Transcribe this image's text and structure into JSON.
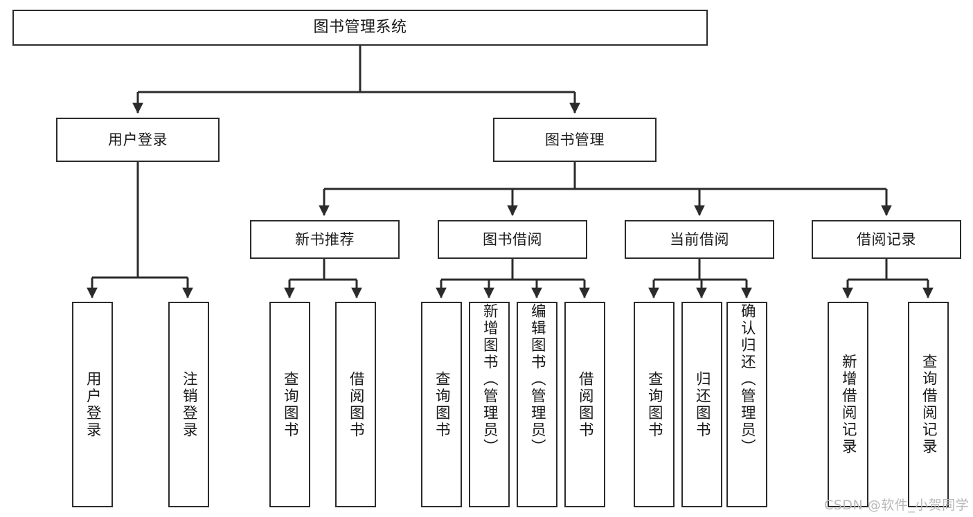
{
  "diagram": {
    "type": "tree-hierarchy",
    "title": "图书管理系统",
    "watermark": "CSDN @软件_小贺同学",
    "colors": {
      "border": "#2b2b2b",
      "fill": "#ffffff",
      "connector": "#2b2b2b",
      "watermark": "#b9b9b9"
    },
    "levels": [
      {
        "level": 1,
        "nodes": [
          {
            "id": "root",
            "label": "图书管理系统",
            "orientation": "horizontal"
          }
        ]
      },
      {
        "level": 2,
        "nodes": [
          {
            "id": "login",
            "label": "用户登录",
            "orientation": "horizontal",
            "parent": "root"
          },
          {
            "id": "bookmgmt",
            "label": "图书管理",
            "orientation": "horizontal",
            "parent": "root"
          }
        ]
      },
      {
        "level": 3,
        "nodes": [
          {
            "id": "newbook",
            "label": "新书推荐",
            "orientation": "horizontal",
            "parent": "bookmgmt"
          },
          {
            "id": "borrow",
            "label": "图书借阅",
            "orientation": "horizontal",
            "parent": "bookmgmt"
          },
          {
            "id": "current",
            "label": "当前借阅",
            "orientation": "horizontal",
            "parent": "bookmgmt"
          },
          {
            "id": "records",
            "label": "借阅记录",
            "orientation": "horizontal",
            "parent": "bookmgmt"
          }
        ]
      },
      {
        "level": 4,
        "nodes": [
          {
            "id": "leaf1",
            "label": "用户登录",
            "orientation": "vertical",
            "parent": "login"
          },
          {
            "id": "leaf2",
            "label": "注销登录",
            "orientation": "vertical",
            "parent": "login"
          },
          {
            "id": "leaf3",
            "label": "查询图书",
            "orientation": "vertical",
            "parent": "newbook"
          },
          {
            "id": "leaf4",
            "label": "借阅图书",
            "orientation": "vertical",
            "parent": "newbook"
          },
          {
            "id": "leaf5",
            "label": "查询图书",
            "orientation": "vertical",
            "parent": "borrow"
          },
          {
            "id": "leaf6",
            "label": "新增图书（管理员）",
            "orientation": "vertical",
            "parent": "borrow"
          },
          {
            "id": "leaf7",
            "label": "编辑图书（管理员）",
            "orientation": "vertical",
            "parent": "borrow"
          },
          {
            "id": "leaf8",
            "label": "借阅图书",
            "orientation": "vertical",
            "parent": "borrow"
          },
          {
            "id": "leaf9",
            "label": "查询图书",
            "orientation": "vertical",
            "parent": "current"
          },
          {
            "id": "leaf10",
            "label": "归还图书",
            "orientation": "vertical",
            "parent": "current"
          },
          {
            "id": "leaf11",
            "label": "确认归还（管理员）",
            "orientation": "vertical",
            "parent": "current"
          },
          {
            "id": "leaf12",
            "label": "新增借阅记录",
            "orientation": "vertical",
            "parent": "records"
          },
          {
            "id": "leaf13",
            "label": "查询借阅记录",
            "orientation": "vertical",
            "parent": "records"
          }
        ]
      }
    ]
  }
}
